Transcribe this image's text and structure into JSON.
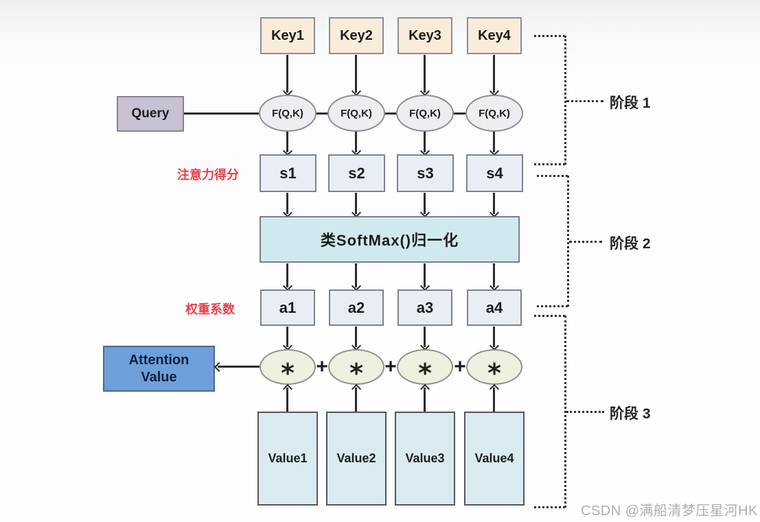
{
  "diagram": {
    "keys": [
      "Key1",
      "Key2",
      "Key3",
      "Key4"
    ],
    "query_label": "Query",
    "f_node_label": "F(Q,K)",
    "scores": [
      "s1",
      "s2",
      "s3",
      "s4"
    ],
    "score_row_label": "注意力得分",
    "softmax_label": "类SoftMax()归一化",
    "weights": [
      "a1",
      "a2",
      "a3",
      "a4"
    ],
    "weight_row_label": "权重系数",
    "multiply_symbol": "*",
    "plus_symbol": "+",
    "attention_value_label": "Attention Value",
    "values": [
      "Value1",
      "Value2",
      "Value3",
      "Value4"
    ],
    "stage_labels": [
      "阶段 1",
      "阶段 2",
      "阶段 3"
    ],
    "watermark": "CSDN @满船清梦压星河HK"
  },
  "colors": {
    "key_fill": "#f9ecdb",
    "query_fill": "#c7c1d3",
    "f_node_fill": "#ededf2",
    "score_fill": "#e9eef5",
    "softmax_fill": "#d0e9ef",
    "weight_fill": "#e9eef5",
    "multiply_fill": "#edf1e0",
    "attention_fill": "#6e9fd9",
    "value_fill": "#d9ebf0",
    "accent_red": "#e8404c",
    "line": "#2b2b2b"
  }
}
